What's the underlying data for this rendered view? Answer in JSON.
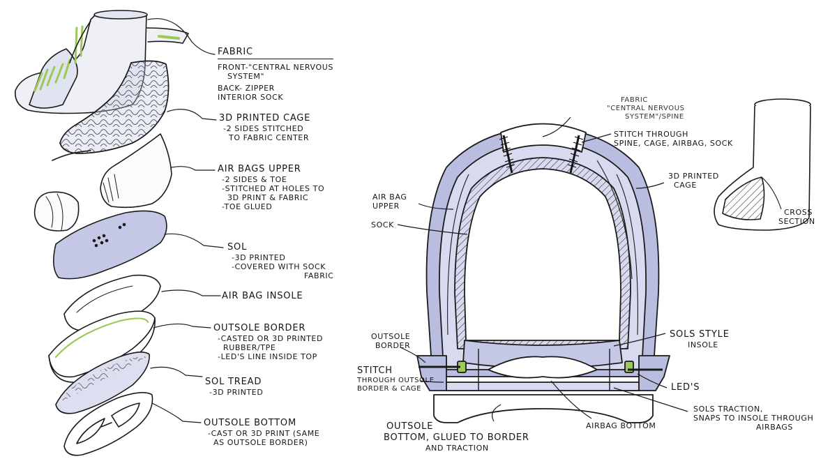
{
  "colors": {
    "ink": "#151515",
    "cage_lilac": "#b9bde0",
    "cage_lilac_light": "#d8dbef",
    "sole_blue": "#c4c8e6",
    "accent_green": "#9cc957"
  },
  "exploded_view": {
    "fabric": {
      "title": "Fabric",
      "lines": [
        "Front-\"Central Nervous",
        "System\"",
        "Back- Zipper",
        "Interior Sock"
      ]
    },
    "cage": {
      "title": "3D Printed Cage",
      "lines": [
        "-2 sides stitched",
        "to fabric center"
      ]
    },
    "air_bags_upper": {
      "title": "Air Bags Upper",
      "lines": [
        "-2 sides & toe",
        "-stitched at holes to",
        "3D print & fabric",
        "-toe glued"
      ]
    },
    "sol": {
      "title": "Sol",
      "lines": [
        "-3D printed",
        "-covered with sock",
        "fabric"
      ]
    },
    "air_bag_insole": {
      "title": "Air Bag Insole"
    },
    "outsole_border": {
      "title": "Outsole Border",
      "lines": [
        "-casted or 3D printed",
        "rubber/TPE",
        "-LED's line inside top"
      ]
    },
    "sol_tread": {
      "title": "Sol Tread",
      "lines": [
        "-3D printed"
      ]
    },
    "outsole_bottom": {
      "title": "Outsole Bottom",
      "lines": [
        "-cast or 3D print (same",
        "as outsole border)"
      ]
    }
  },
  "cross_section_view": {
    "fabric_spine": [
      "Fabric",
      "\"Central Nervous",
      "System\"/Spine"
    ],
    "stitch_through": [
      "Stitch through",
      "spine, cage, airbag, sock"
    ],
    "printed_cage": [
      "3D printed",
      "cage"
    ],
    "air_bag_upper": [
      "Air bag",
      "upper"
    ],
    "sock": "Sock",
    "sols_style_insole": [
      "Sols style",
      "insole"
    ],
    "outsole_border": [
      "Outsole",
      "Border"
    ],
    "stitch_outsole": [
      "Stitch",
      "through outsole",
      "border & cage"
    ],
    "leds": "LED's",
    "sols_traction": [
      "Sols traction,",
      "snaps to insole through",
      "airbags"
    ],
    "airbag_bottom": "Airbag bottom",
    "outsole_bottom": [
      "Outsole",
      "bottom, glued to border",
      "and traction"
    ]
  },
  "thumbnail": {
    "label": [
      "Cross",
      "Section"
    ]
  }
}
